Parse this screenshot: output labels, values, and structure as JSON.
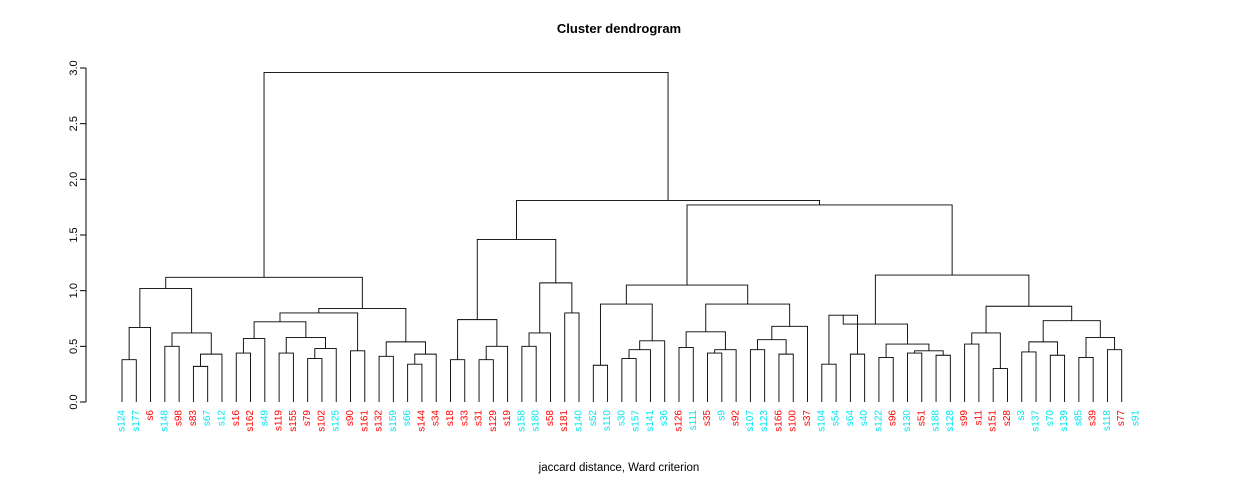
{
  "chart_data": {
    "type": "dendrogram",
    "title": "Cluster dendrogram",
    "xlabel": "jaccard distance, Ward criterion",
    "ylabel": "",
    "ylim": [
      0,
      3.0
    ],
    "yticks": [
      "0.0",
      "0.5",
      "1.0",
      "1.5",
      "2.0",
      "2.5",
      "3.0"
    ],
    "ytick_values": [
      0,
      0.5,
      1.0,
      1.5,
      2.0,
      2.5,
      3.0
    ],
    "grid": false,
    "legend": "none",
    "label_colors": {
      "cluster_a": "#00e5ee",
      "cluster_b": "#ff0000"
    },
    "leaves": [
      {
        "label": "s124",
        "color": "#00e5ee"
      },
      {
        "label": "s177",
        "color": "#00e5ee"
      },
      {
        "label": "s6",
        "color": "#ff0000"
      },
      {
        "label": "s148",
        "color": "#00e5ee"
      },
      {
        "label": "s98",
        "color": "#ff0000"
      },
      {
        "label": "s83",
        "color": "#ff0000"
      },
      {
        "label": "s67",
        "color": "#00e5ee"
      },
      {
        "label": "s12",
        "color": "#00e5ee"
      },
      {
        "label": "s16",
        "color": "#ff0000"
      },
      {
        "label": "s162",
        "color": "#ff0000"
      },
      {
        "label": "s49",
        "color": "#00e5ee"
      },
      {
        "label": "s119",
        "color": "#ff0000"
      },
      {
        "label": "s155",
        "color": "#ff0000"
      },
      {
        "label": "s79",
        "color": "#ff0000"
      },
      {
        "label": "s102",
        "color": "#ff0000"
      },
      {
        "label": "s125",
        "color": "#00e5ee"
      },
      {
        "label": "s90",
        "color": "#ff0000"
      },
      {
        "label": "s161",
        "color": "#ff0000"
      },
      {
        "label": "s132",
        "color": "#ff0000"
      },
      {
        "label": "s159",
        "color": "#00e5ee"
      },
      {
        "label": "s66",
        "color": "#00e5ee"
      },
      {
        "label": "s144",
        "color": "#ff0000"
      },
      {
        "label": "s34",
        "color": "#ff0000"
      },
      {
        "label": "s18",
        "color": "#ff0000"
      },
      {
        "label": "s33",
        "color": "#ff0000"
      },
      {
        "label": "s31",
        "color": "#ff0000"
      },
      {
        "label": "s129",
        "color": "#ff0000"
      },
      {
        "label": "s19",
        "color": "#ff0000"
      },
      {
        "label": "s158",
        "color": "#00e5ee"
      },
      {
        "label": "s180",
        "color": "#00e5ee"
      },
      {
        "label": "s58",
        "color": "#ff0000"
      },
      {
        "label": "s181",
        "color": "#ff0000"
      },
      {
        "label": "s140",
        "color": "#00e5ee"
      },
      {
        "label": "s52",
        "color": "#00e5ee"
      },
      {
        "label": "s110",
        "color": "#00e5ee"
      },
      {
        "label": "s30",
        "color": "#00e5ee"
      },
      {
        "label": "s157",
        "color": "#00e5ee"
      },
      {
        "label": "s141",
        "color": "#00e5ee"
      },
      {
        "label": "s36",
        "color": "#00e5ee"
      },
      {
        "label": "s126",
        "color": "#ff0000"
      },
      {
        "label": "s111",
        "color": "#00e5ee"
      },
      {
        "label": "s35",
        "color": "#ff0000"
      },
      {
        "label": "s9",
        "color": "#00e5ee"
      },
      {
        "label": "s92",
        "color": "#ff0000"
      },
      {
        "label": "s107",
        "color": "#00e5ee"
      },
      {
        "label": "s123",
        "color": "#00e5ee"
      },
      {
        "label": "s166",
        "color": "#ff0000"
      },
      {
        "label": "s100",
        "color": "#ff0000"
      },
      {
        "label": "s37",
        "color": "#ff0000"
      },
      {
        "label": "s104",
        "color": "#00e5ee"
      },
      {
        "label": "s54",
        "color": "#00e5ee"
      },
      {
        "label": "s64",
        "color": "#00e5ee"
      },
      {
        "label": "s40",
        "color": "#00e5ee"
      },
      {
        "label": "s122",
        "color": "#00e5ee"
      },
      {
        "label": "s96",
        "color": "#ff0000"
      },
      {
        "label": "s130",
        "color": "#00e5ee"
      },
      {
        "label": "s51",
        "color": "#ff0000"
      },
      {
        "label": "s188",
        "color": "#00e5ee"
      },
      {
        "label": "s128",
        "color": "#00e5ee"
      },
      {
        "label": "s99",
        "color": "#ff0000"
      },
      {
        "label": "s11",
        "color": "#ff0000"
      },
      {
        "label": "s151",
        "color": "#ff0000"
      },
      {
        "label": "s28",
        "color": "#ff0000"
      },
      {
        "label": "s3",
        "color": "#00e5ee"
      },
      {
        "label": "s137",
        "color": "#00e5ee"
      },
      {
        "label": "s70",
        "color": "#00e5ee"
      },
      {
        "label": "s139",
        "color": "#00e5ee"
      },
      {
        "label": "s85",
        "color": "#00e5ee"
      },
      {
        "label": "s39",
        "color": "#ff0000"
      },
      {
        "label": "s118",
        "color": "#00e5ee"
      },
      {
        "label": "s77",
        "color": "#ff0000"
      },
      {
        "label": "s91",
        "color": "#00e5ee"
      }
    ],
    "merges": [
      {
        "id": "m1",
        "a": {
          "leaf": 0
        },
        "b": {
          "leaf": 1
        },
        "h": 0.38
      },
      {
        "id": "m2",
        "a": {
          "node": "m1"
        },
        "b": {
          "leaf": 2
        },
        "h": 0.67
      },
      {
        "id": "m3",
        "a": {
          "leaf": 3
        },
        "b": {
          "leaf": 4
        },
        "h": 0.5
      },
      {
        "id": "m4",
        "a": {
          "leaf": 5
        },
        "b": {
          "leaf": 6
        },
        "h": 0.32
      },
      {
        "id": "m5",
        "a": {
          "node": "m4"
        },
        "b": {
          "leaf": 7
        },
        "h": 0.43
      },
      {
        "id": "m6",
        "a": {
          "node": "m3"
        },
        "b": {
          "node": "m5"
        },
        "h": 0.62
      },
      {
        "id": "m7",
        "a": {
          "node": "m2"
        },
        "b": {
          "node": "m6"
        },
        "h": 1.02
      },
      {
        "id": "m8",
        "a": {
          "leaf": 8
        },
        "b": {
          "leaf": 9
        },
        "h": 0.44
      },
      {
        "id": "m9",
        "a": {
          "node": "m8"
        },
        "b": {
          "leaf": 10
        },
        "h": 0.57
      },
      {
        "id": "m10",
        "a": {
          "leaf": 11
        },
        "b": {
          "leaf": 12
        },
        "h": 0.44
      },
      {
        "id": "m11",
        "a": {
          "leaf": 13
        },
        "b": {
          "leaf": 14
        },
        "h": 0.39
      },
      {
        "id": "m12",
        "a": {
          "node": "m11"
        },
        "b": {
          "leaf": 15
        },
        "h": 0.48
      },
      {
        "id": "m13",
        "a": {
          "node": "m10"
        },
        "b": {
          "node": "m12"
        },
        "h": 0.58
      },
      {
        "id": "m14",
        "a": {
          "node": "m9"
        },
        "b": {
          "node": "m13"
        },
        "h": 0.72
      },
      {
        "id": "m15",
        "a": {
          "leaf": 16
        },
        "b": {
          "leaf": 17
        },
        "h": 0.46
      },
      {
        "id": "m16",
        "a": {
          "node": "m14"
        },
        "b": {
          "node": "m15"
        },
        "h": 0.8
      },
      {
        "id": "m17",
        "a": {
          "leaf": 18
        },
        "b": {
          "leaf": 19
        },
        "h": 0.41
      },
      {
        "id": "m18",
        "a": {
          "leaf": 20
        },
        "b": {
          "leaf": 21
        },
        "h": 0.34
      },
      {
        "id": "m19",
        "a": {
          "node": "m18"
        },
        "b": {
          "leaf": 22
        },
        "h": 0.43
      },
      {
        "id": "m20",
        "a": {
          "node": "m17"
        },
        "b": {
          "node": "m19"
        },
        "h": 0.54
      },
      {
        "id": "m21",
        "a": {
          "node": "m16"
        },
        "b": {
          "node": "m20"
        },
        "h": 0.84
      },
      {
        "id": "m22",
        "a": {
          "node": "m7"
        },
        "b": {
          "node": "m21"
        },
        "h": 1.12
      },
      {
        "id": "m23",
        "a": {
          "leaf": 23
        },
        "b": {
          "leaf": 24
        },
        "h": 0.38
      },
      {
        "id": "m24",
        "a": {
          "leaf": 25
        },
        "b": {
          "leaf": 26
        },
        "h": 0.38
      },
      {
        "id": "m25",
        "a": {
          "node": "m24"
        },
        "b": {
          "leaf": 27
        },
        "h": 0.5
      },
      {
        "id": "m26",
        "a": {
          "node": "m23"
        },
        "b": {
          "node": "m25"
        },
        "h": 0.74
      },
      {
        "id": "m27",
        "a": {
          "leaf": 28
        },
        "b": {
          "leaf": 29
        },
        "h": 0.5
      },
      {
        "id": "m28",
        "a": {
          "node": "m27"
        },
        "b": {
          "leaf": 30
        },
        "h": 0.62
      },
      {
        "id": "m29",
        "a": {
          "leaf": 31
        },
        "b": {
          "leaf": 32
        },
        "h": 0.8
      },
      {
        "id": "m30",
        "a": {
          "node": "m28"
        },
        "b": {
          "node": "m29"
        },
        "h": 1.07
      },
      {
        "id": "m31",
        "a": {
          "node": "m26"
        },
        "b": {
          "node": "m30"
        },
        "h": 1.46
      },
      {
        "id": "m32",
        "a": {
          "leaf": 33
        },
        "b": {
          "leaf": 34
        },
        "h": 0.33
      },
      {
        "id": "m33",
        "a": {
          "leaf": 35
        },
        "b": {
          "leaf": 36
        },
        "h": 0.39
      },
      {
        "id": "m34",
        "a": {
          "node": "m33"
        },
        "b": {
          "leaf": 37
        },
        "h": 0.47
      },
      {
        "id": "m35",
        "a": {
          "node": "m34"
        },
        "b": {
          "leaf": 38
        },
        "h": 0.55
      },
      {
        "id": "m36",
        "a": {
          "node": "m32"
        },
        "b": {
          "node": "m35"
        },
        "h": 0.88
      },
      {
        "id": "m37",
        "a": {
          "leaf": 39
        },
        "b": {
          "leaf": 40
        },
        "h": 0.49
      },
      {
        "id": "m38",
        "a": {
          "leaf": 41
        },
        "b": {
          "leaf": 42
        },
        "h": 0.44
      },
      {
        "id": "m39",
        "a": {
          "node": "m38"
        },
        "b": {
          "leaf": 43
        },
        "h": 0.47
      },
      {
        "id": "m40",
        "a": {
          "node": "m37"
        },
        "b": {
          "node": "m39"
        },
        "h": 0.63
      },
      {
        "id": "m41",
        "a": {
          "leaf": 44
        },
        "b": {
          "leaf": 45
        },
        "h": 0.47
      },
      {
        "id": "m42",
        "a": {
          "leaf": 46
        },
        "b": {
          "leaf": 47
        },
        "h": 0.43
      },
      {
        "id": "m43",
        "a": {
          "node": "m41"
        },
        "b": {
          "node": "m42"
        },
        "h": 0.56
      },
      {
        "id": "m44",
        "a": {
          "node": "m43"
        },
        "b": {
          "leaf": 48
        },
        "h": 0.68
      },
      {
        "id": "m45",
        "a": {
          "node": "m40"
        },
        "b": {
          "node": "m44"
        },
        "h": 0.88
      },
      {
        "id": "m46",
        "a": {
          "node": "m36"
        },
        "b": {
          "node": "m45"
        },
        "h": 1.05
      },
      {
        "id": "m47",
        "a": {
          "leaf": 49
        },
        "b": {
          "leaf": 50
        },
        "h": 0.34
      },
      {
        "id": "m48",
        "a": {
          "leaf": 51
        },
        "b": {
          "leaf": 52
        },
        "h": 0.43
      },
      {
        "id": "m49",
        "a": {
          "node": "m47"
        },
        "b": {
          "node": "m48"
        },
        "h": 0.78
      },
      {
        "id": "m50",
        "a": {
          "leaf": 53
        },
        "b": {
          "leaf": 54
        },
        "h": 0.4
      },
      {
        "id": "m51",
        "a": {
          "leaf": 55
        },
        "b": {
          "leaf": 56
        },
        "h": 0.44
      },
      {
        "id": "m52",
        "a": {
          "leaf": 57
        },
        "b": {
          "leaf": 58
        },
        "h": 0.42
      },
      {
        "id": "m53",
        "a": {
          "node": "m51"
        },
        "b": {
          "node": "m52"
        },
        "h": 0.46
      },
      {
        "id": "m54",
        "a": {
          "node": "m50"
        },
        "b": {
          "node": "m53"
        },
        "h": 0.52
      },
      {
        "id": "m55",
        "a": {
          "node": "m49"
        },
        "b": {
          "node": "m54"
        },
        "h": 0.7
      },
      {
        "id": "m56",
        "a": {
          "leaf": 59
        },
        "b": {
          "leaf": 60
        },
        "h": 0.52
      },
      {
        "id": "m57",
        "a": {
          "leaf": 61
        },
        "b": {
          "leaf": 62
        },
        "h": 0.3
      },
      {
        "id": "m58",
        "a": {
          "node": "m56"
        },
        "b": {
          "node": "m57"
        },
        "h": 0.62
      },
      {
        "id": "m59",
        "a": {
          "leaf": 63
        },
        "b": {
          "leaf": 64
        },
        "h": 0.45
      },
      {
        "id": "m60",
        "a": {
          "leaf": 65
        },
        "b": {
          "leaf": 66
        },
        "h": 0.42
      },
      {
        "id": "m61",
        "a": {
          "node": "m59"
        },
        "b": {
          "node": "m60"
        },
        "h": 0.54
      },
      {
        "id": "m62",
        "a": {
          "leaf": 67
        },
        "b": {
          "leaf": 68
        },
        "h": 0.4
      },
      {
        "id": "m63",
        "a": {
          "leaf": 69
        },
        "b": {
          "leaf": 70
        },
        "h": 0.47
      },
      {
        "id": "m64",
        "a": {
          "node": "m62"
        },
        "b": {
          "node": "m63"
        },
        "h": 0.58
      },
      {
        "id": "m65",
        "a": {
          "node": "m61"
        },
        "b": {
          "node": "m64"
        },
        "h": 0.73
      },
      {
        "id": "m66",
        "a": {
          "node": "m58"
        },
        "b": {
          "node": "m65"
        },
        "h": 0.86
      },
      {
        "id": "m67",
        "a": {
          "node": "m55"
        },
        "b": {
          "node": "m66"
        },
        "h": 1.14
      },
      {
        "id": "m68",
        "a": {
          "node": "m46"
        },
        "b": {
          "node": "m67"
        },
        "h": 1.77
      },
      {
        "id": "m69",
        "a": {
          "node": "m31"
        },
        "b": {
          "node": "m68"
        },
        "h": 1.81
      },
      {
        "id": "m70",
        "a": {
          "node": "m22"
        },
        "b": {
          "node": "m69"
        },
        "h": 2.96
      }
    ]
  }
}
